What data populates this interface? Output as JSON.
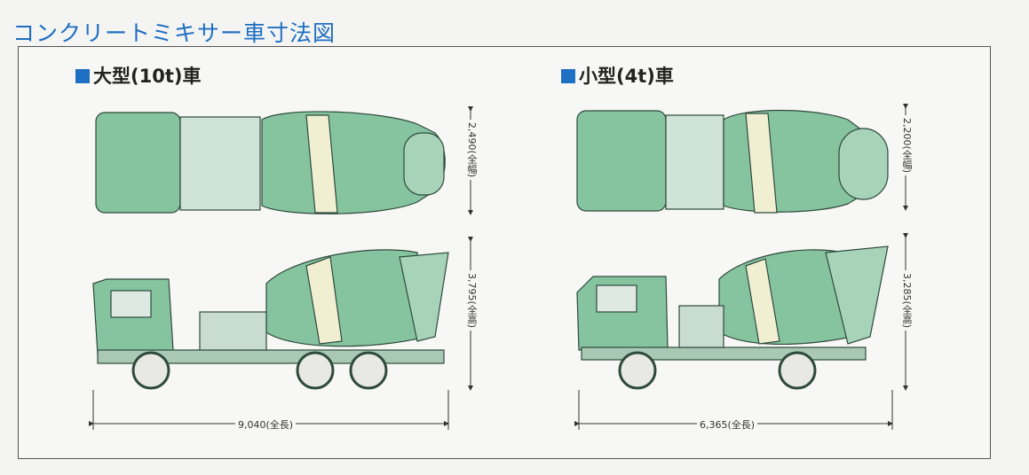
{
  "title": "コンクリートミキサー車寸法図",
  "large": {
    "label": "大型(10t)車",
    "width_dim": "2,490(全幅)",
    "height_dim": "3,795(全高)",
    "length_dim": "9,040(全長)"
  },
  "small": {
    "label": "小型(4t)車",
    "width_dim": "2,200(全幅)",
    "height_dim": "3,285(全高)",
    "length_dim": "6,365(全長)"
  },
  "colors": {
    "title": "#1f6fc2",
    "truck_body": "#86c4a0",
    "drum_stripe": "#f1efd2",
    "outline": "#2e4a3b"
  }
}
